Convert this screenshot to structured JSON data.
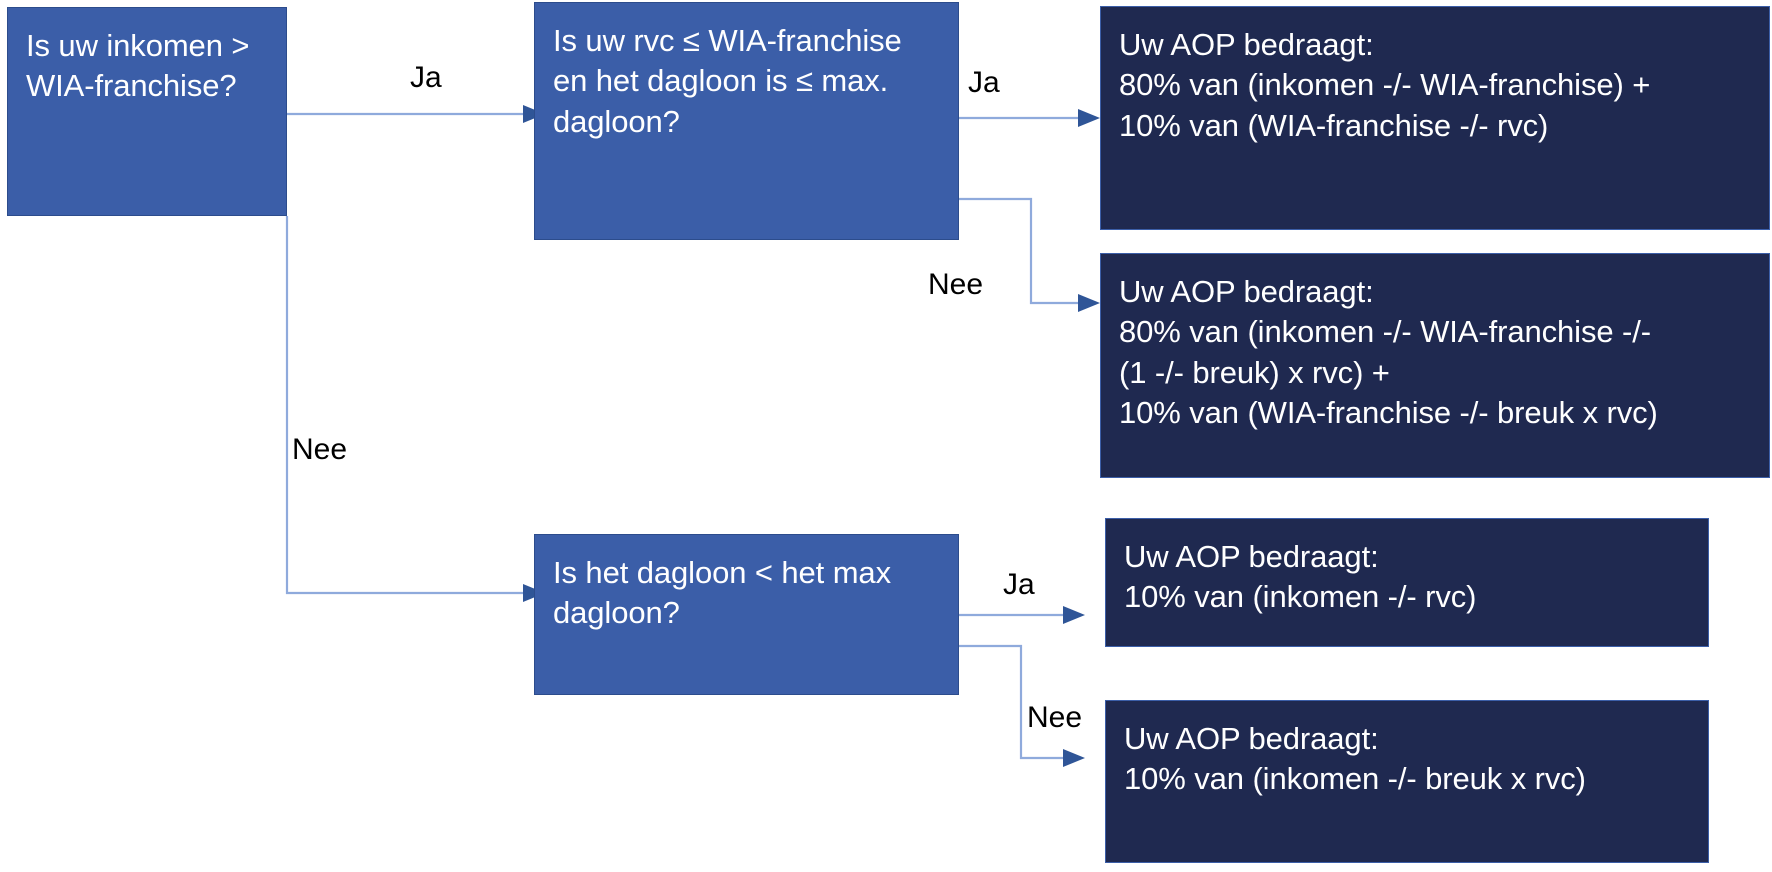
{
  "diagram": {
    "title": "AOP berekening beslisboom",
    "colors": {
      "decision_fill": "#3B5EA8",
      "result_fill": "#1F2950",
      "connector": "#8FAADC",
      "arrowhead": "#2F5597",
      "text_on_fill": "#FFFFFF",
      "edge_label_text": "#000000",
      "background": "#FFFFFF"
    }
  },
  "nodes": {
    "decision_income": {
      "text": "Is uw inkomen >\nWIA-franchise?",
      "type": "decision"
    },
    "decision_rvc": {
      "text": "Is uw rvc ≤ WIA-franchise\nen het dagloon is ≤ max.\ndagloon?",
      "type": "decision"
    },
    "decision_dagloon": {
      "text": "Is het dagloon < het max\ndagloon?",
      "type": "decision"
    },
    "result_one": {
      "text": "Uw AOP bedraagt:\n80% van (inkomen -/- WIA-franchise) +\n10% van (WIA-franchise -/- rvc)",
      "type": "result"
    },
    "result_two": {
      "text": "Uw AOP bedraagt:\n80% van (inkomen -/- WIA-franchise -/-\n(1 -/- breuk) x rvc) +\n10% van (WIA-franchise -/- breuk x rvc)",
      "type": "result"
    },
    "result_three": {
      "text": "Uw AOP bedraagt:\n10% van (inkomen -/- rvc)",
      "type": "result"
    },
    "result_four": {
      "text": "Uw AOP bedraagt:\n10% van (inkomen -/- breuk x rvc)",
      "type": "result"
    }
  },
  "edge_labels": {
    "income_yes": "Ja",
    "income_no": "Nee",
    "rvc_yes": "Ja",
    "rvc_no": "Nee",
    "dagloon_yes": "Ja",
    "dagloon_no": "Nee"
  }
}
